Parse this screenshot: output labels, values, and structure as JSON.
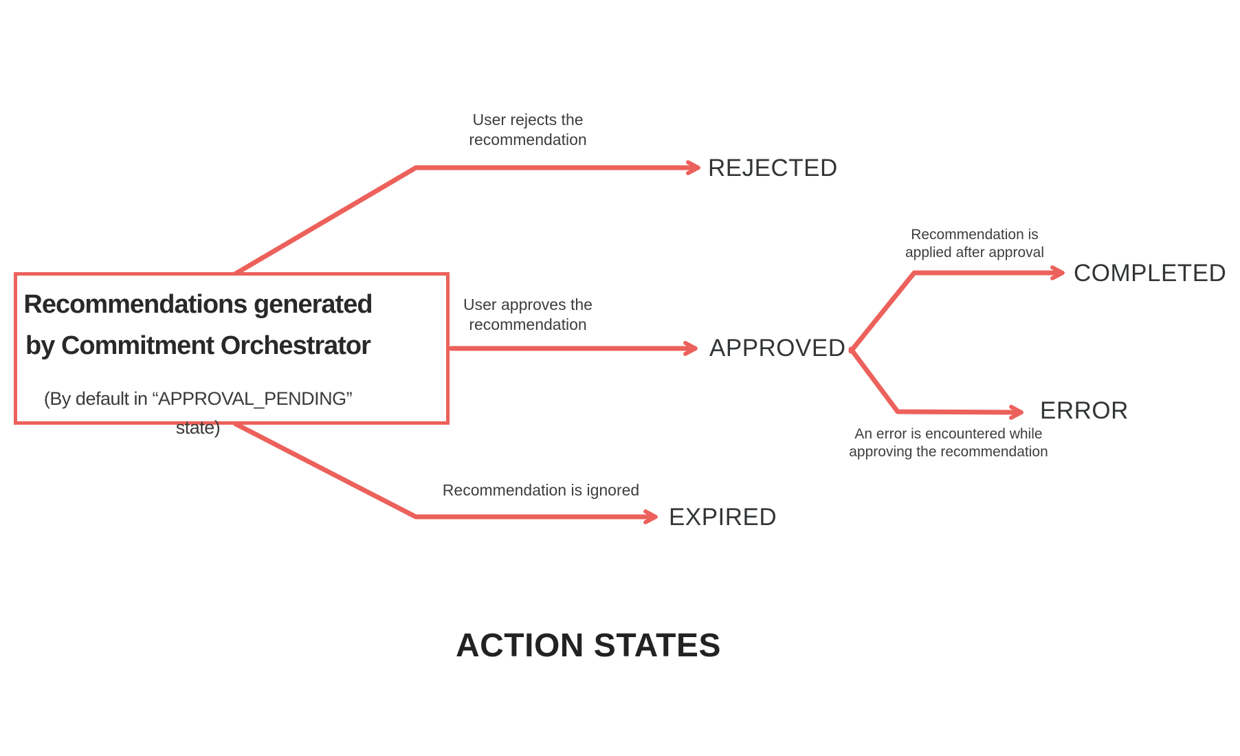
{
  "colors": {
    "accent": "#ec615b",
    "title_text": "#2b282a",
    "state_text": "#323537",
    "label_text": "#3d3d3d",
    "background": "#ffffff"
  },
  "source_box": {
    "title_line1": "Recommendations generated",
    "title_line2": "by Commitment Orchestrator",
    "subtitle": "(By default in “APPROVAL_PENDING” state)"
  },
  "states": {
    "rejected": "REJECTED",
    "approved": "APPROVED",
    "expired": "EXPIRED",
    "completed": "COMPLETED",
    "error": "ERROR"
  },
  "transitions": {
    "rejected": {
      "line1": "User rejects the",
      "line2": "recommendation"
    },
    "approved": {
      "line1": "User approves the",
      "line2": "recommendation"
    },
    "expired": {
      "line1": "Recommendation is ignored"
    },
    "completed": {
      "line1": "Recommendation is",
      "line2": "applied after approval"
    },
    "error": {
      "line1": "An error is encountered while",
      "line2": "approving the recommendation"
    }
  },
  "footer": {
    "title": "ACTION STATES"
  }
}
